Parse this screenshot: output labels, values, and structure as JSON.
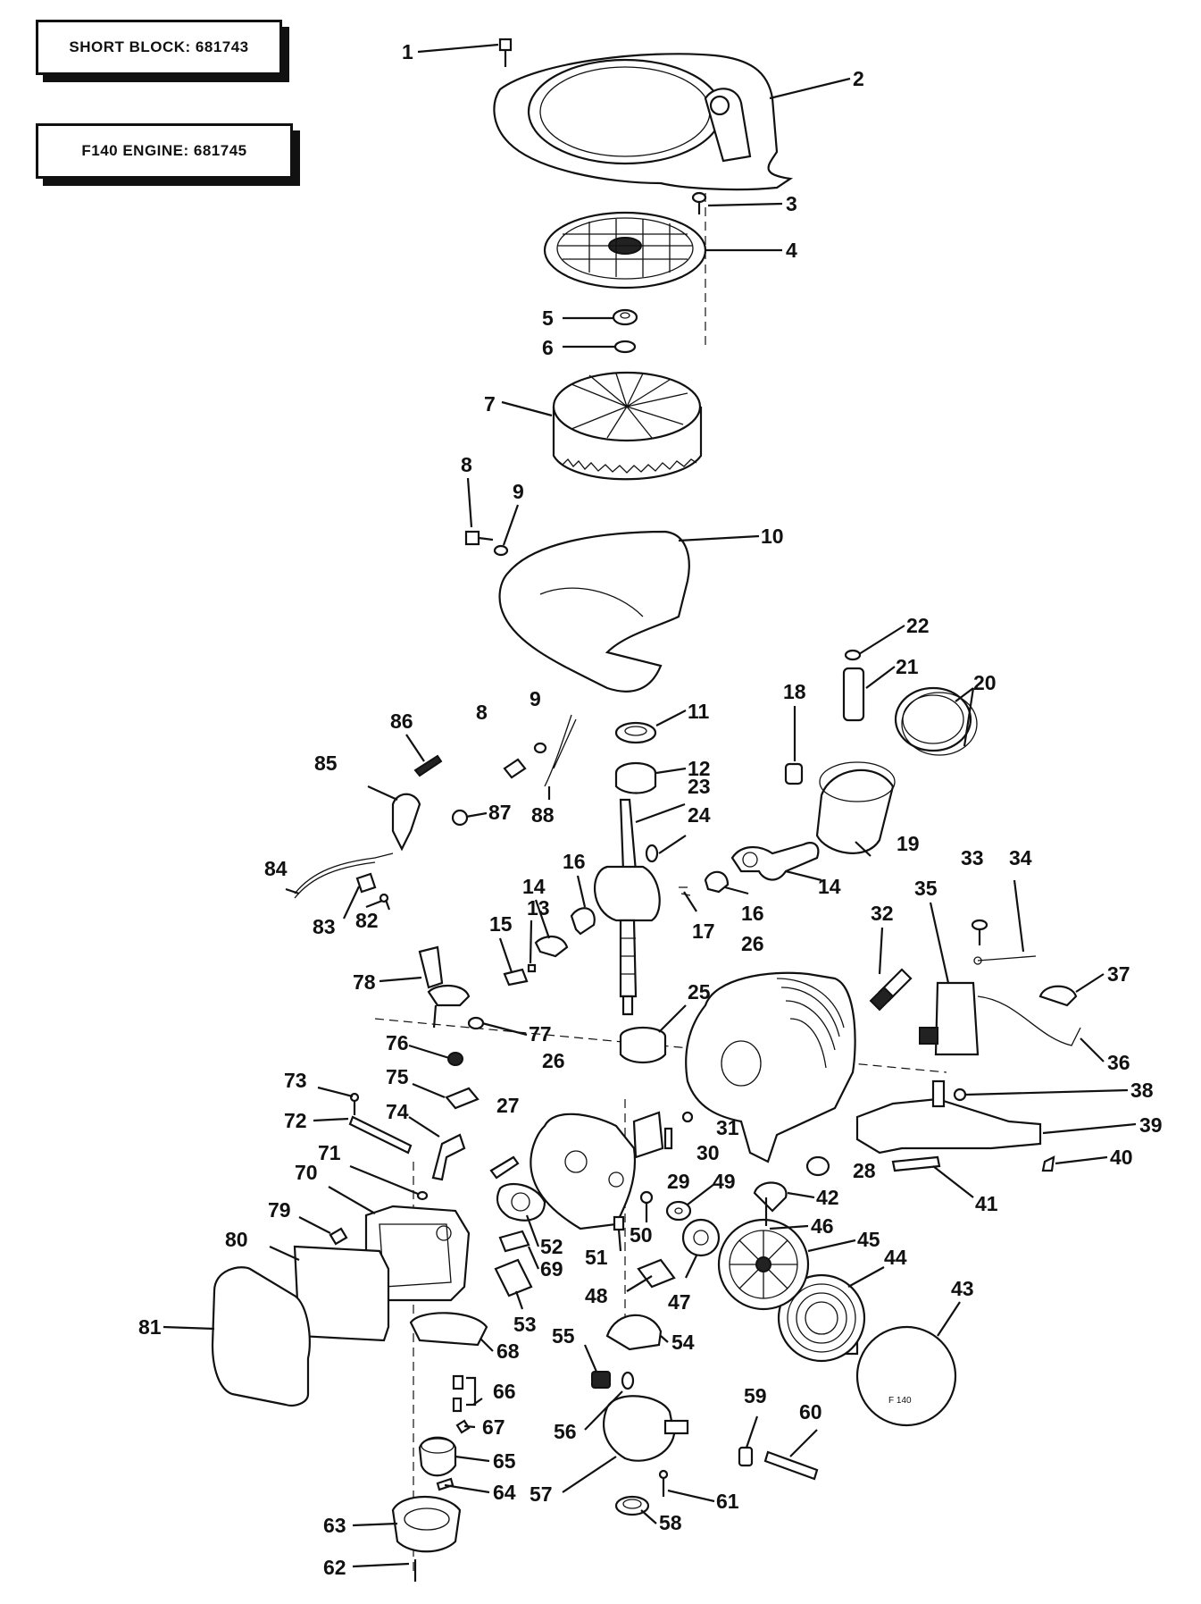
{
  "labels": {
    "short_block": "SHORT BLOCK: 681743",
    "engine": "F140 ENGINE: 681745"
  },
  "callouts": [
    "1",
    "2",
    "3",
    "4",
    "5",
    "6",
    "7",
    "8",
    "9",
    "10",
    "11",
    "12",
    "13",
    "14",
    "15",
    "16",
    "17",
    "18",
    "19",
    "20",
    "21",
    "22",
    "23",
    "24",
    "25",
    "26",
    "27",
    "28",
    "29",
    "30",
    "31",
    "32",
    "33",
    "34",
    "35",
    "36",
    "37",
    "38",
    "39",
    "40",
    "41",
    "42",
    "43",
    "44",
    "45",
    "46",
    "47",
    "48",
    "49",
    "50",
    "51",
    "52",
    "53",
    "54",
    "55",
    "56",
    "57",
    "58",
    "59",
    "60",
    "61",
    "62",
    "63",
    "64",
    "65",
    "66",
    "67",
    "68",
    "69",
    "70",
    "71",
    "72",
    "73",
    "74",
    "75",
    "76",
    "77",
    "78",
    "79",
    "80",
    "81",
    "82",
    "83",
    "84",
    "85",
    "86",
    "87",
    "88"
  ],
  "callouts_extra": [
    "8",
    "9",
    "14",
    "16",
    "26"
  ],
  "housing_label": "F 140"
}
